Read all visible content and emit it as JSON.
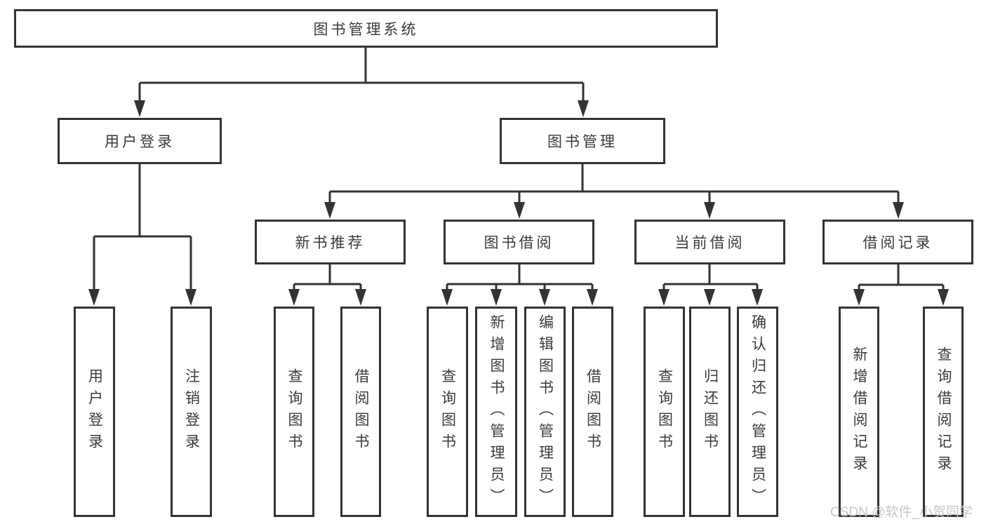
{
  "diagram": {
    "type": "hierarchy-tree",
    "colors": {
      "line": "#333333",
      "box_border": "#333333",
      "text": "#3a3a3a",
      "background": "#ffffff",
      "watermark": "#c6c6c6"
    },
    "root": {
      "label": "图书管理系统",
      "children": [
        {
          "label": "用户登录",
          "children": [
            {
              "label": "用户登录"
            },
            {
              "label": "注销登录"
            }
          ]
        },
        {
          "label": "图书管理",
          "children": [
            {
              "label": "新书推荐",
              "children": [
                {
                  "label": "查询图书"
                },
                {
                  "label": "借阅图书"
                }
              ]
            },
            {
              "label": "图书借阅",
              "children": [
                {
                  "label": "查询图书"
                },
                {
                  "label": "新增图书（管理员）"
                },
                {
                  "label": "编辑图书（管理员）"
                },
                {
                  "label": "借阅图书"
                }
              ]
            },
            {
              "label": "当前借阅",
              "children": [
                {
                  "label": "查询图书"
                },
                {
                  "label": "归还图书"
                },
                {
                  "label": "确认归还（管理员）"
                }
              ]
            },
            {
              "label": "借阅记录",
              "children": [
                {
                  "label": "新增借阅记录"
                },
                {
                  "label": "查询借阅记录"
                }
              ]
            }
          ]
        }
      ]
    },
    "watermark": "CSDN @软件_小贺同学"
  }
}
